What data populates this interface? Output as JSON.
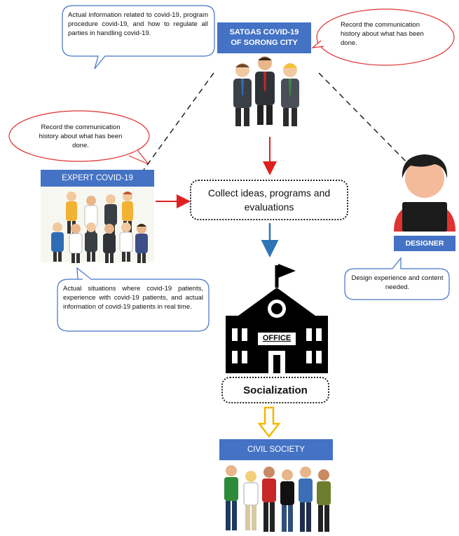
{
  "nodes": {
    "satgas": {
      "line1": "SATGAS COVID-19",
      "line2": "OF SORONG CITY"
    },
    "expert": {
      "label": "EXPERT COVID-19"
    },
    "designer": {
      "label": "DESIGNER"
    },
    "collect": {
      "label": "Collect ideas, programs and evaluations"
    },
    "office": {
      "label": "OFFICE"
    },
    "socialization": {
      "label": "Socialization"
    },
    "civil": {
      "label": "CIVIL SOCIETY"
    }
  },
  "bubbles": {
    "satgas_info": "Actual information related to covid-19, program procedure covid-19, and how to regulate all parties in handling covid-19.",
    "satgas_record": "Record the communication history about what has been done.",
    "expert_record": "Record the communication history about what has been done.",
    "expert_info": "Actual situations where covid-19 patients, experience with covid-19 patients, and actual information of covid-19 patients in real time.",
    "designer_info": "Design experience and content needed."
  },
  "colors": {
    "blue_box": "#4472c4",
    "blue_outline": "#4472c4",
    "red_outline": "#e03030",
    "red_arrow": "#e02020",
    "blue_arrow": "#2e75b6",
    "yellow_arrow": "#f2b800"
  }
}
